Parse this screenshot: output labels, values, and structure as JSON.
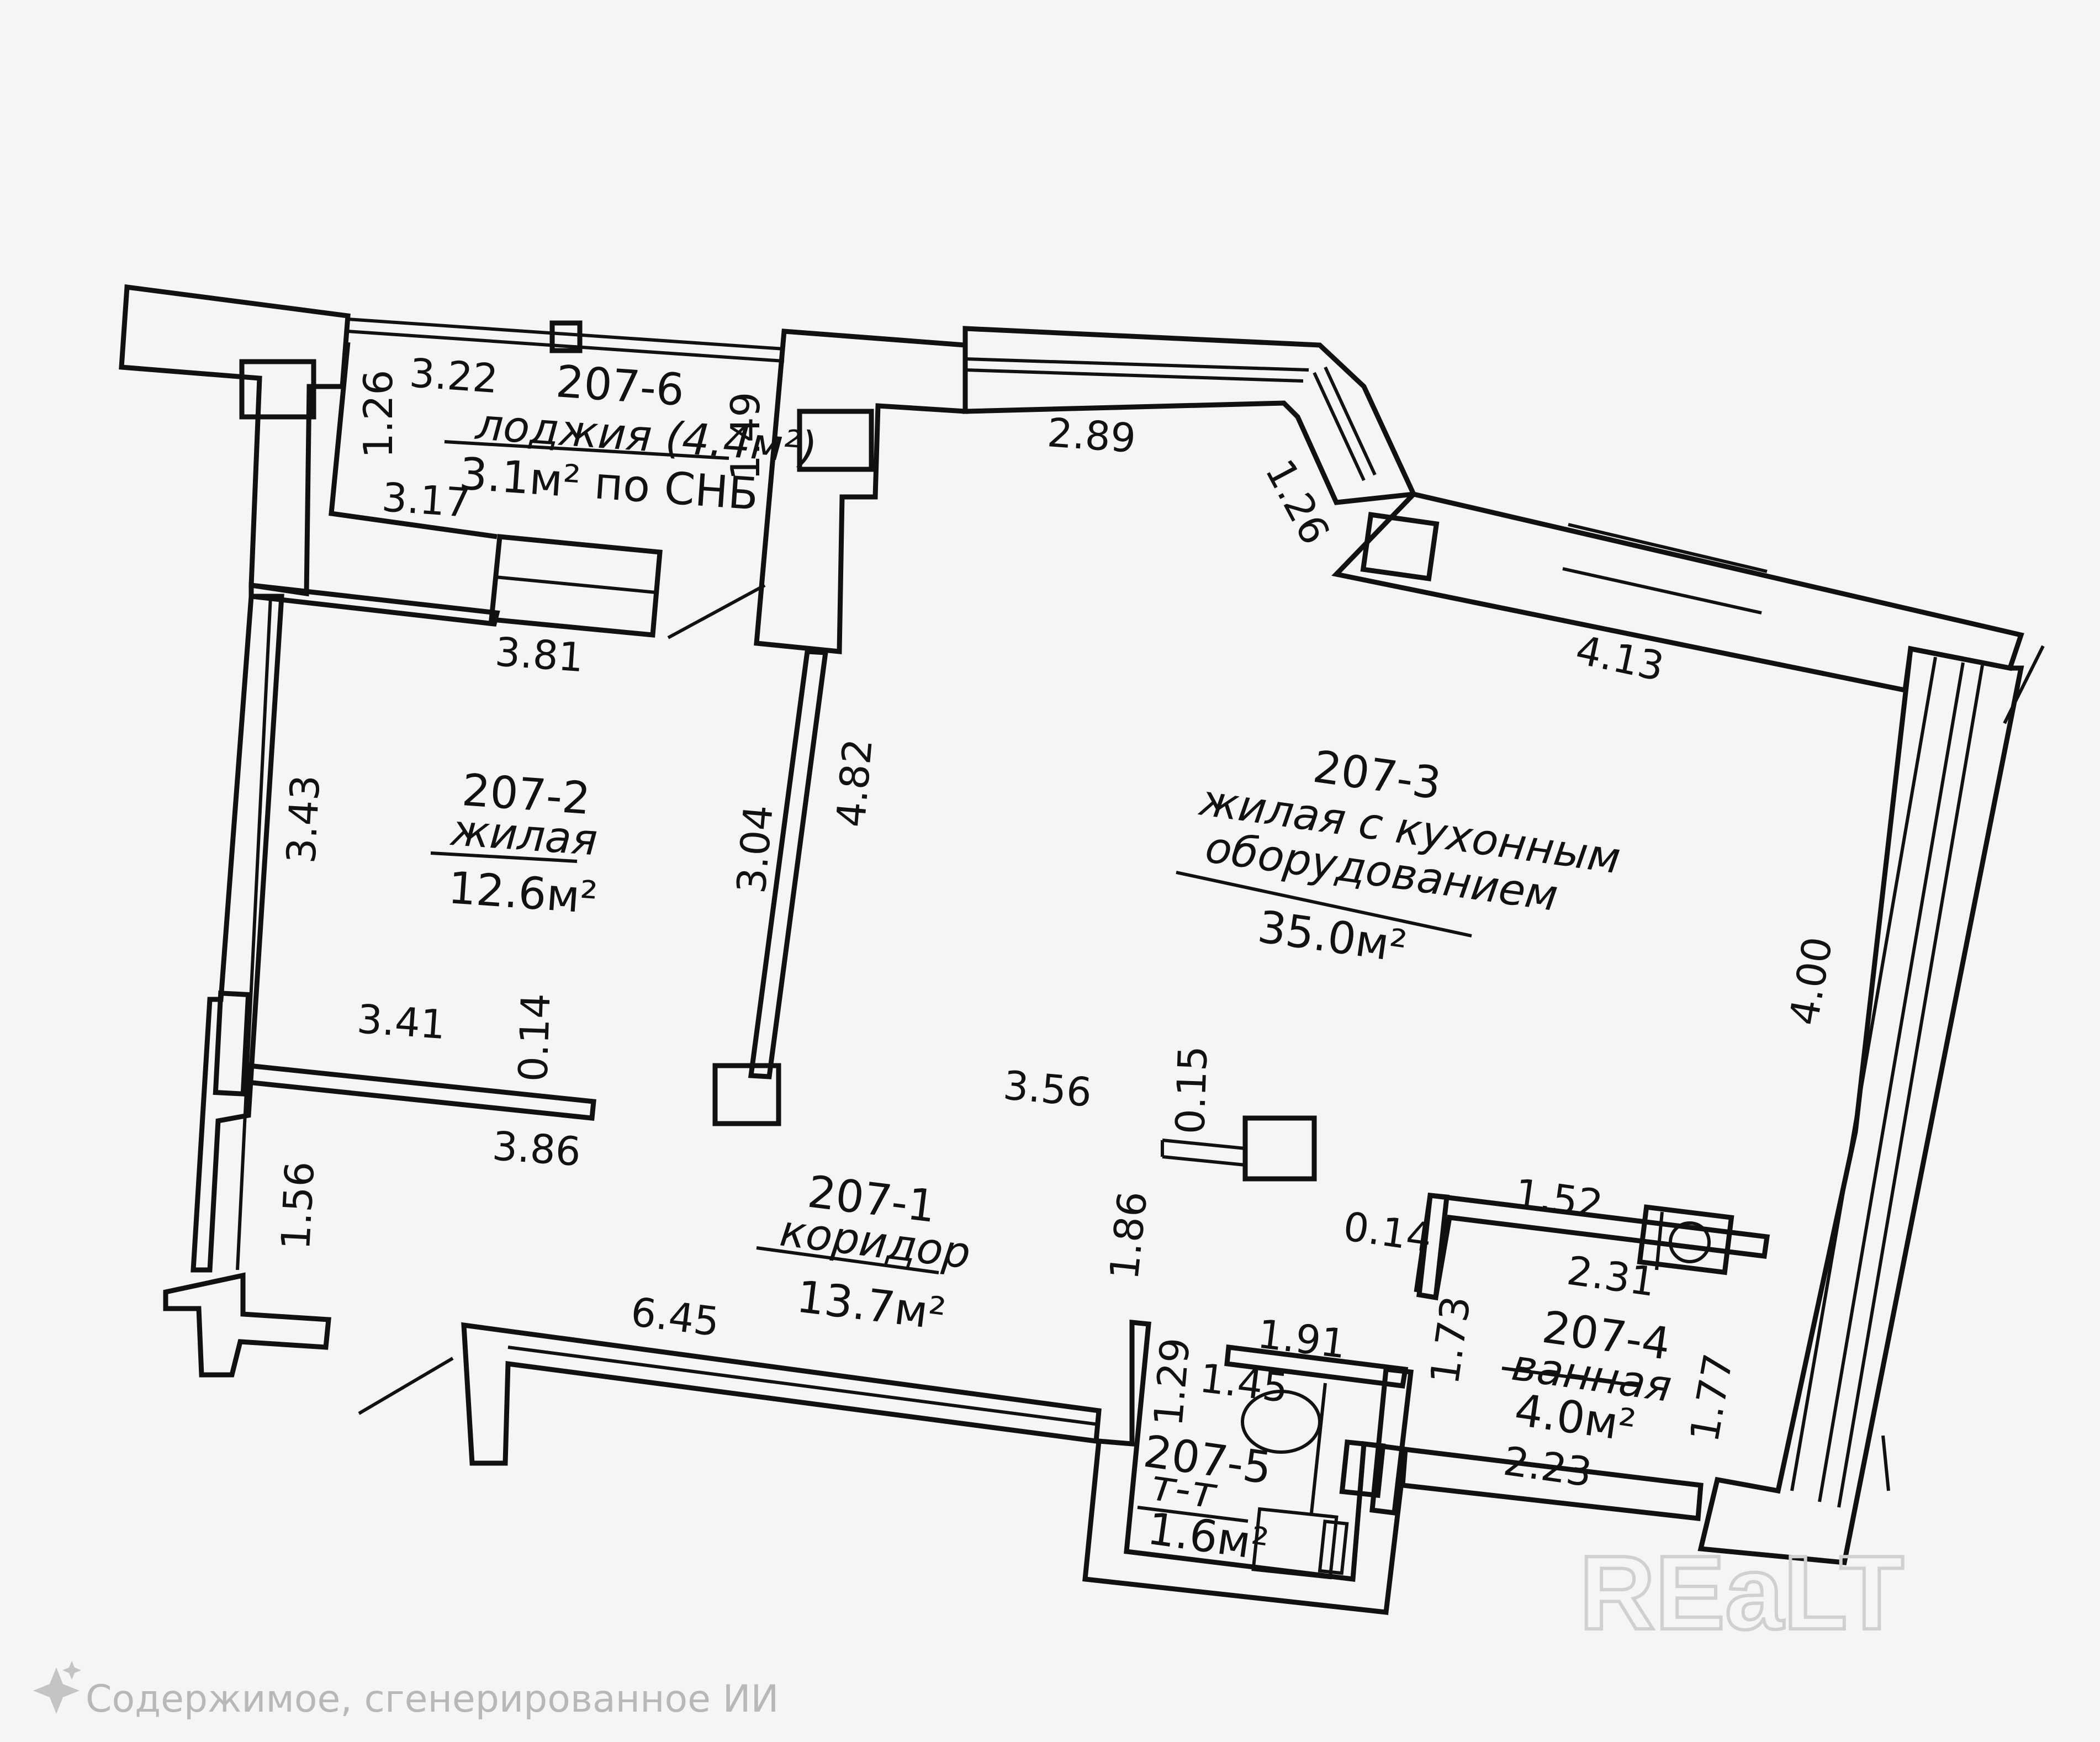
{
  "rooms": {
    "r1": {
      "id": "207-1",
      "name": "коридор",
      "area": "13.7м²"
    },
    "r2": {
      "id": "207-2",
      "name": "жилая",
      "area": "12.6м²"
    },
    "r3": {
      "id": "207-3",
      "name_line1": "жилая с кухонным",
      "name_line2": "оборудованием",
      "area": "35.0м²"
    },
    "r4": {
      "id": "207-4",
      "name": "ванная",
      "area": "4.0м²"
    },
    "r5": {
      "id": "207-5",
      "name": "т-т",
      "area": "1.6м²"
    },
    "r6": {
      "id": "207-6",
      "name": "лоджия (4.4м²)",
      "area": "3.1м² по СНБ"
    }
  },
  "dimensions": {
    "d322": "3.22",
    "d126a": "1.26",
    "d149": "1.49",
    "d317": "3.17",
    "d289": "2.89",
    "d126b": "1.26",
    "d413": "4.13",
    "d381": "3.81",
    "d343": "3.43",
    "d304": "3.04",
    "d482": "4.82",
    "d400": "4.00",
    "d341": "3.41",
    "d014a": "0.14",
    "d386": "3.86",
    "d356": "3.56",
    "d015": "0.15",
    "d156": "1.56",
    "d186": "1.86",
    "d645": "6.45",
    "d014b": "0.14",
    "d152": "1.52",
    "d231": "2.31",
    "d191": "1.91",
    "d173": "1.73",
    "d129": "1.29",
    "d145": "1.45",
    "d223": "2.23",
    "d177": "1.77"
  },
  "watermark": {
    "brand": "REaLT"
  },
  "footer": {
    "ai_note": "Содержимое, сгенерированное ИИ"
  }
}
